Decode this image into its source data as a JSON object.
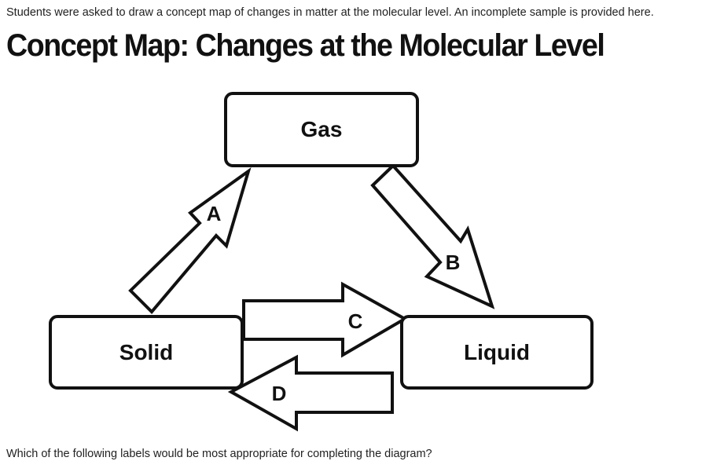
{
  "intro_text": "Students were asked to draw a concept map of changes in matter at the molecular level. An incomplete sample is provided here.",
  "title": "Concept Map: Changes at the Molecular Level",
  "diagram": {
    "nodes": {
      "gas": "Gas",
      "solid": "Solid",
      "liquid": "Liquid"
    },
    "arrows": {
      "a": "A",
      "b": "B",
      "c": "C",
      "d": "D"
    }
  },
  "question": "Which of the following labels would be most appropriate for completing the diagram?"
}
